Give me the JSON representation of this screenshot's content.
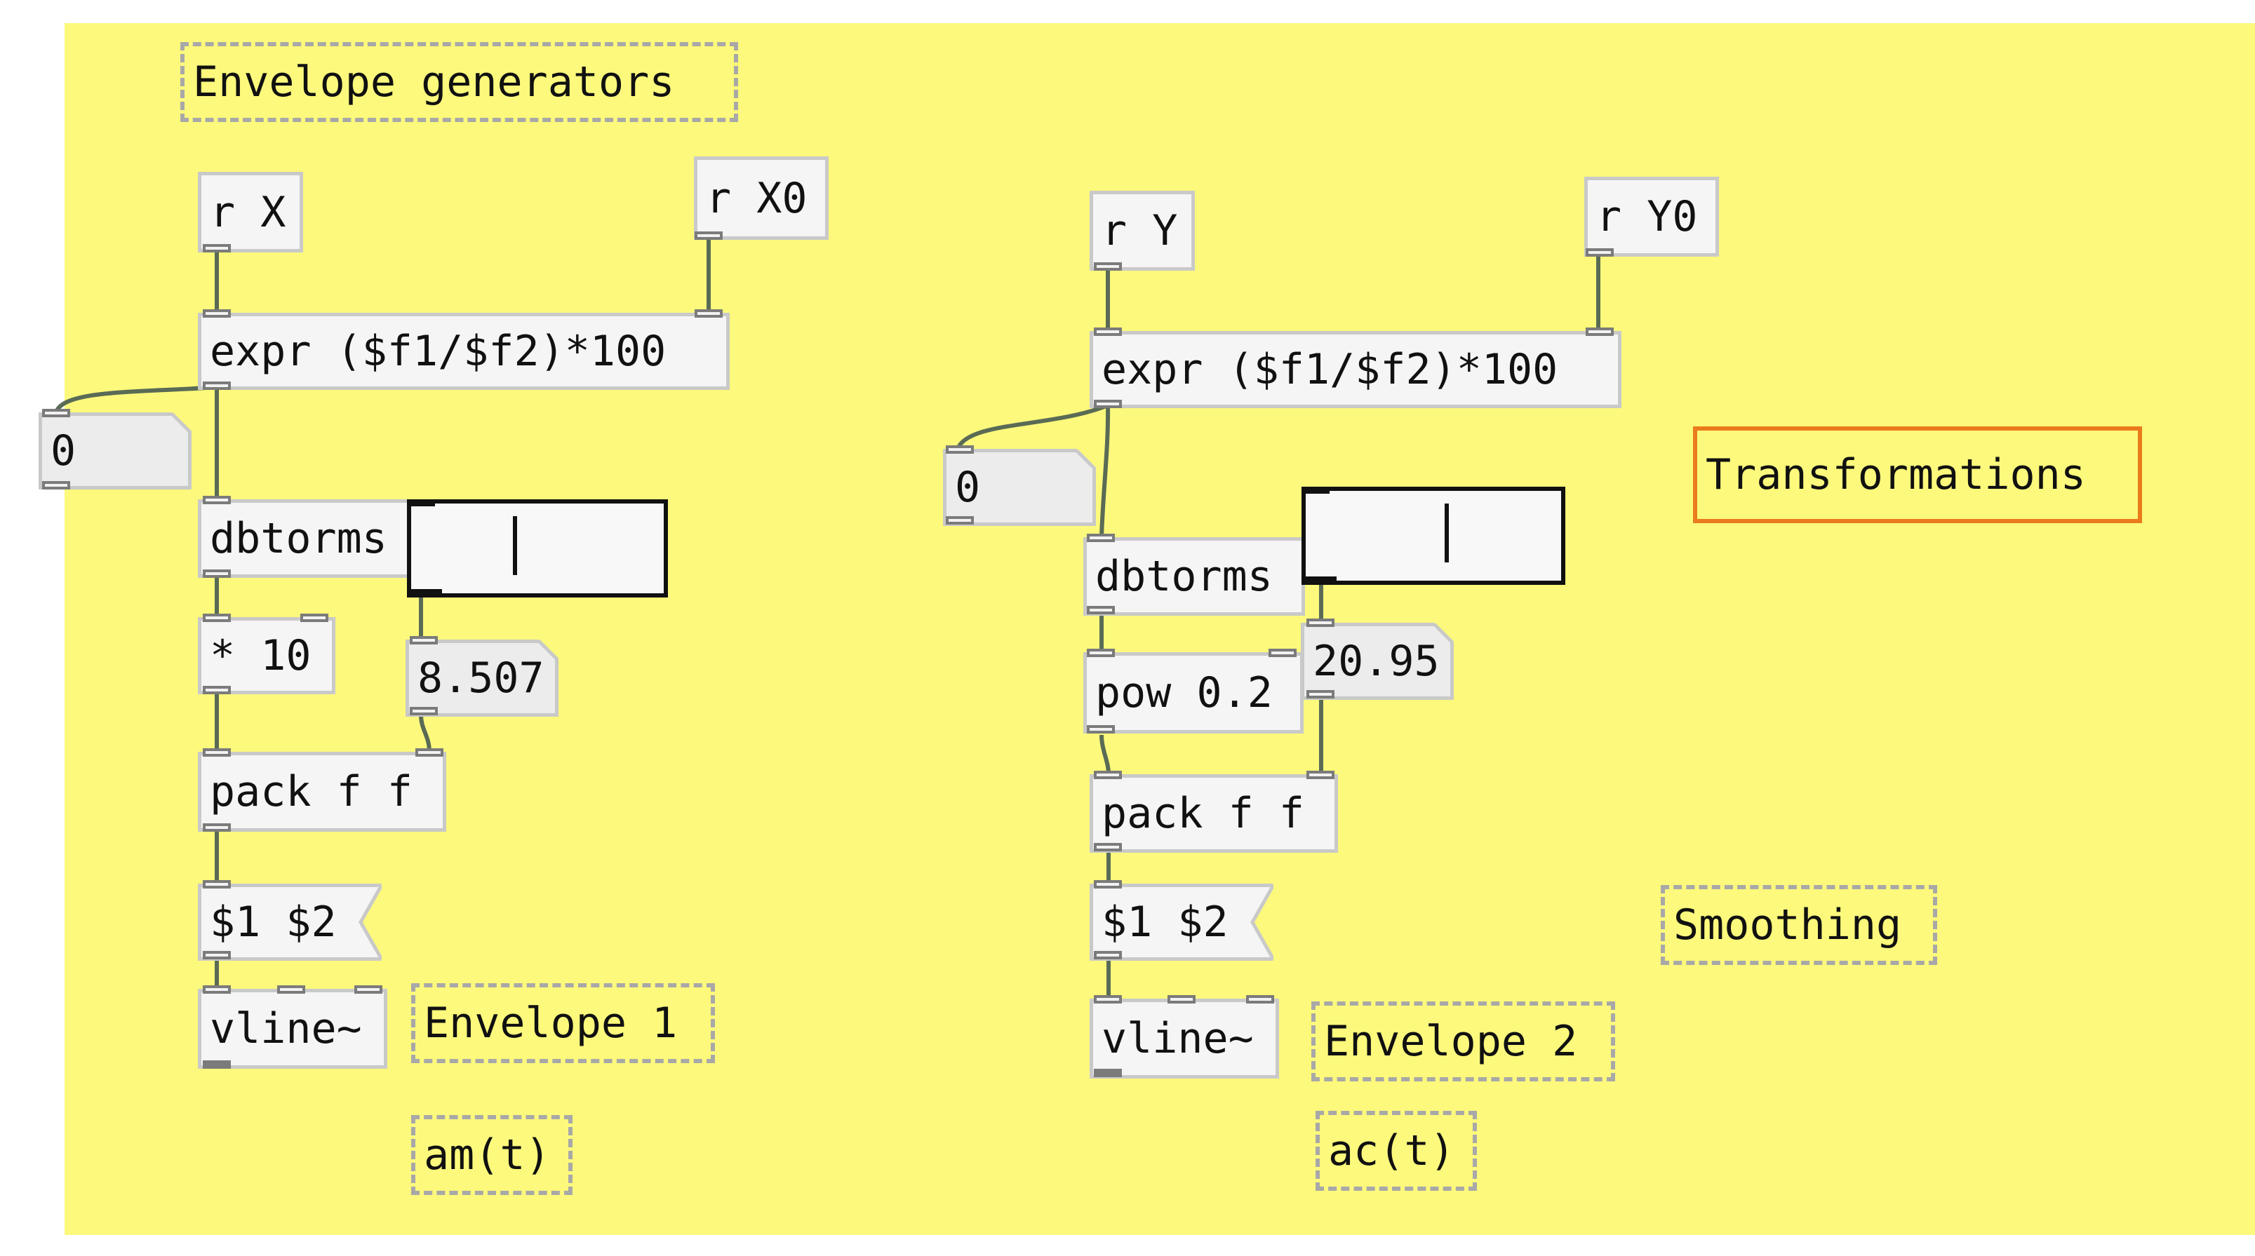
{
  "canvas": {
    "background": "#fcf97c",
    "wire_color": "#5a6b55"
  },
  "comments": {
    "title": "Envelope generators",
    "envelope1": "Envelope 1",
    "envelope2": "Envelope 2",
    "am": "am(t)",
    "ac": "ac(t)",
    "smoothing": "Smoothing",
    "transformations": "Transformations"
  },
  "left": {
    "receive_x": "r X",
    "receive_x0": "r X0",
    "expr": "expr ($f1/$f2)*100",
    "number_top": "0",
    "dbtorms": "dbtorms",
    "multiply": "* 10",
    "number_out": "8.507",
    "pack": "pack f f",
    "message": "$1 $2",
    "vline": "vline~"
  },
  "right": {
    "receive_y": "r Y",
    "receive_y0": "r Y0",
    "expr": "expr ($f1/$f2)*100",
    "number_top": "0",
    "dbtorms": "dbtorms",
    "number_out": "20.95",
    "pow": "pow 0.2",
    "pack": "pack f f",
    "message": "$1 $2",
    "vline": "vline~"
  },
  "sliders": {
    "left_level": 0.4,
    "right_level": 0.55
  }
}
